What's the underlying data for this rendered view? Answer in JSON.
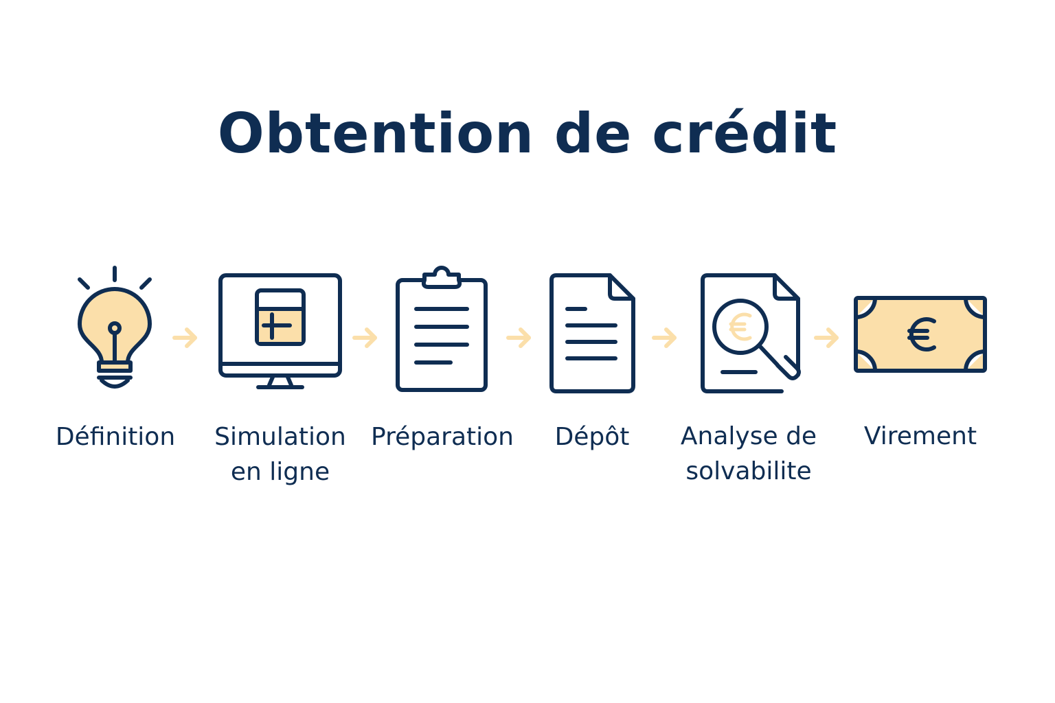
{
  "diagram": {
    "title": "Obtention de crédit",
    "colors": {
      "stroke": "#0f2d52",
      "fill": "#fbdfaa",
      "arrow": "#fbdfaa",
      "background": "#ffffff"
    },
    "steps": [
      {
        "icon": "lightbulb-icon",
        "lines": [
          "Définition"
        ]
      },
      {
        "icon": "monitor-calculator-icon",
        "lines": [
          "Simulation",
          "en ligne"
        ]
      },
      {
        "icon": "clipboard-icon",
        "lines": [
          "Préparation"
        ]
      },
      {
        "icon": "document-icon",
        "lines": [
          "Dépôt"
        ]
      },
      {
        "icon": "magnifier-euro-document-icon",
        "lines": [
          "Analyse de",
          "solvabilite"
        ]
      },
      {
        "icon": "euro-banknote-icon",
        "lines": [
          "Virement"
        ]
      }
    ]
  }
}
